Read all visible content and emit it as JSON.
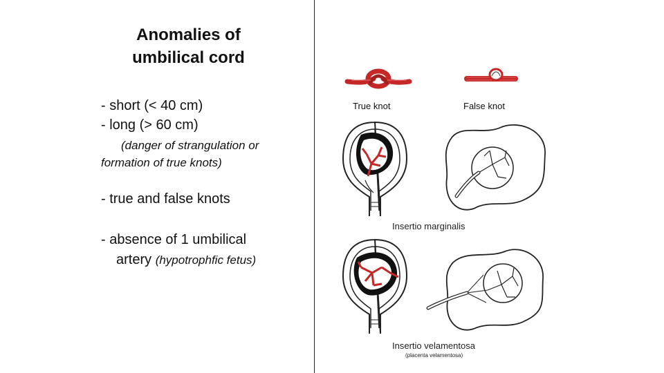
{
  "slide": {
    "title_line1": "Anomalies of",
    "title_line2": "umbilical cord",
    "bullet_short": "- short (< 40 cm)",
    "bullet_long": "- long  (> 60 cm)",
    "danger_line1": "(danger of strangulation or",
    "danger_line2": "formation of true knots)",
    "bullet_knots": "-  true and false knots",
    "bullet_absence_line1": "- absence of 1 umbilical",
    "bullet_absence_line2": "artery ",
    "bullet_absence_note": "(hypotrophfic fetus)"
  },
  "figure": {
    "true_knot_label": "True knot",
    "false_knot_label": "False knot",
    "insertio_marginalis": "Insertio marginalis",
    "insertio_velamentosa": "Insertio velamentosa",
    "placenta_velamentosa": "(placenta velamentosa)"
  },
  "colors": {
    "cord_red": "#c62828",
    "line": "#222222"
  }
}
